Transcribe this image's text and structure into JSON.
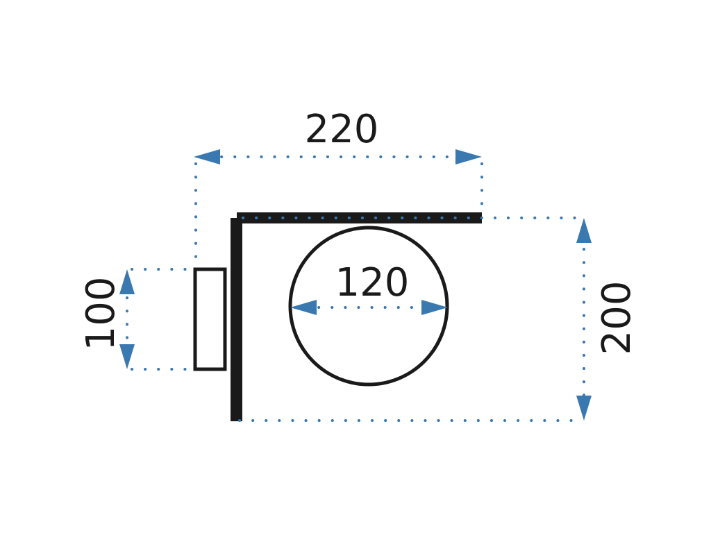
{
  "colors": {
    "lamp": "#1a1a1a",
    "dimension": "#3a78b0"
  },
  "dimensions": {
    "width": "220",
    "shade_diameter": "120",
    "base_height": "100",
    "height": "200"
  }
}
